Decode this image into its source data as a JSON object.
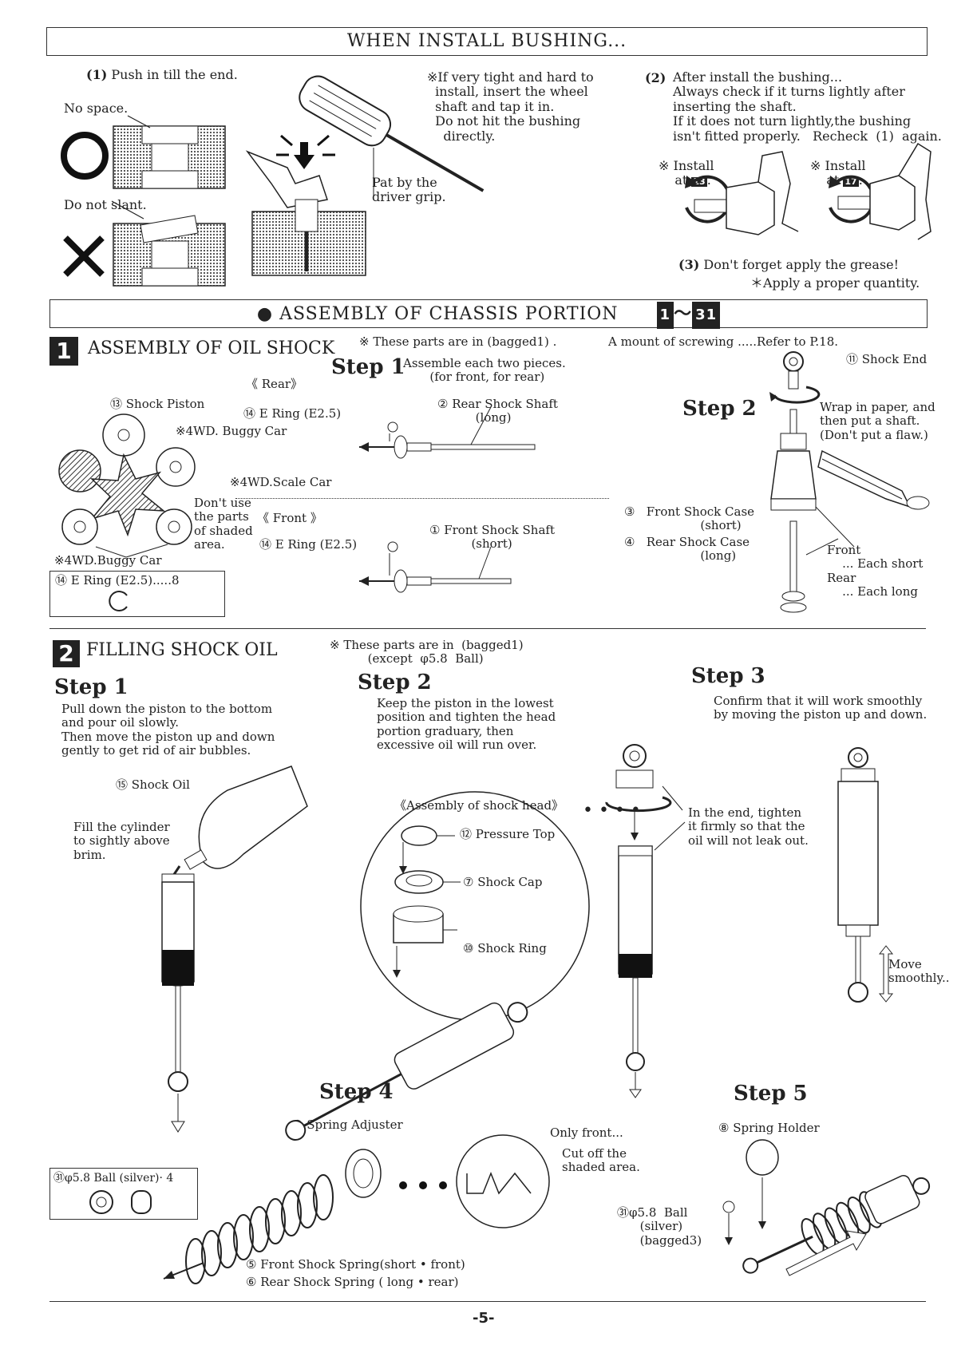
{
  "bushing": {
    "header": "WHEN INSTALL BUSHING...",
    "step1_num": "(1)",
    "step1": "Push in till the end.",
    "no_space": "No space.",
    "do_not_slant": "Do not slant.",
    "tight_note": "※If very tight and hard to\n  install, insert the wheel\n  shaft and tap it in.\n  Do not hit the bushing\n    directly.",
    "pat": "Pat by the\ndriver grip.",
    "step2_num": "(2)",
    "step2": "After install the bushing...\nAlways check if it turns lightly after\ninserting the shaft.\nIf it does not turn lightly,the bushing\nisn't fitted properly.   Recheck  (1)  again.",
    "install_13_prefix": "※  Install",
    "install_13_at": "at",
    "install_13_num": "13",
    "install_17_prefix": "※  Install",
    "install_17_at": "at",
    "install_17_num": "17",
    "step3_num": "(3)",
    "step3": "Don't forget apply the grease!",
    "grease_note": "＊Apply a proper quantity."
  },
  "chassis": {
    "bullet": "●",
    "header": "ASSEMBLY OF CHASSIS PORTION",
    "range_from": "1",
    "range_sep": "～",
    "range_to": "31"
  },
  "section1": {
    "num": "1",
    "title": "ASSEMBLY OF OIL SHOCK",
    "bagged_note": "※ These parts are in  (bagged1) .",
    "screw_note": "A mount of screwing .....Refer to P.18.",
    "step1_label": "Step 1",
    "step1_text": "Assemble each two pieces.\n       (for front, for rear)",
    "rear_label": "《 Rear》",
    "front_label": "《  Front    》",
    "piston_label": "⑬ Shock Piston",
    "buggy1": "※4WD. Buggy Car",
    "scale": "※4WD.Scale Car",
    "dont_use": "Don't use\nthe parts\nof shaded\narea.",
    "buggy2": "※4WD.Buggy Car",
    "ering_rear": "⑭ E Ring   (E2.5)",
    "ering_front": "⑭ E Ring   (E2.5)",
    "rear_shaft": "② Rear Shock Shaft\n          (long)",
    "front_shaft": "① Front Shock Shaft\n           (short)",
    "ering_box": "⑭  E Ring    (E2.5).....8",
    "step2_label": "Step 2",
    "shock_end": "⑪ Shock End",
    "wrap": "Wrap in paper, and\nthen put a shaft.\n(Don't put a flaw.)",
    "front_case": "③   Front Shock Case\n                    (short)",
    "rear_case": "④   Rear Shock Case\n                    (long)",
    "front_rear": "Front\n    ... Each short\nRear\n    ... Each long"
  },
  "section2": {
    "num": "2",
    "title": "FILLING SHOCK OIL",
    "bagged_note": "※ These parts are in  (bagged1)\n          (except  φ5.8  Ball)",
    "step1_label": "Step 1",
    "step1_text": "Pull down the piston to the bottom\nand pour oil slowly.\nThen move the piston up and down\ngently to get rid of air bubbles.",
    "shock_oil": "⑮ Shock Oil",
    "fill": "Fill the cylinder\nto sightly above\nbrim.",
    "step2_label": "Step 2",
    "step2_text": "Keep the piston in the lowest\nposition and tighten the head\nportion graduary, then\nexcessive oil will run over.",
    "head_assembly": "《Assembly of shock head》",
    "pressure_top": "⑫ Pressure Top",
    "shock_cap": "⑦ Shock Cap",
    "shock_ring": "⑩ Shock Ring",
    "in_the_end": "In the end, tighten\nit firmly so that the\noil will not leak out.",
    "step3_label": "Step 3",
    "step3_text": "Confirm that it will work smoothly\nby moving the piston up and down.",
    "move": "Move\nsmoothly..",
    "step4_label": "Step 4",
    "spring_adjuster": "⑨ Spring Adjuster",
    "only_front": "Only front...",
    "cut_off": "Cut off the\nshaded area.",
    "front_spring": "⑤  Front Shock Spring(short • front)",
    "rear_spring": "⑥  Rear Shock Spring  ( long • rear)",
    "ball_box": "㉛φ5.8 Ball   (silver)· 4",
    "step5_label": "Step 5",
    "spring_holder": "⑧  Spring Holder",
    "ball5": "㉛φ5.8  Ball\n      (silver)\n      (bagged3)"
  },
  "page_number": "-5-"
}
